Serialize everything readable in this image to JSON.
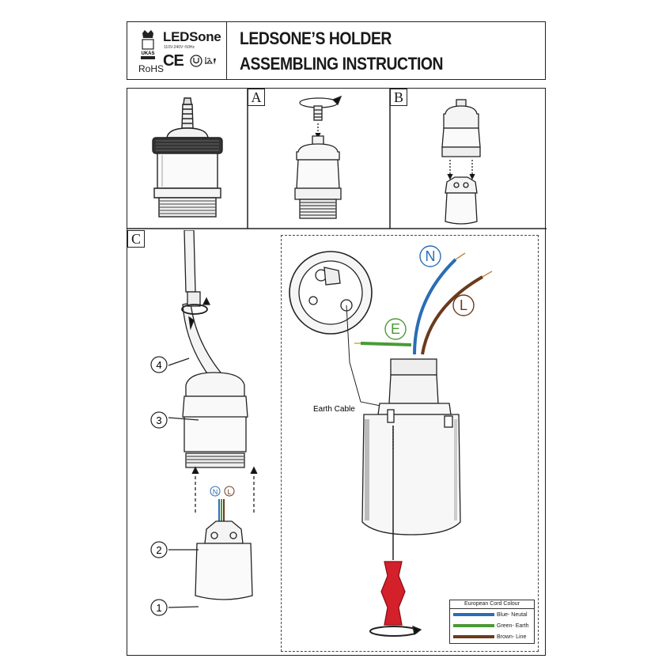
{
  "header": {
    "brand": "LEDSone",
    "voltage": "110V-240V~50Hz",
    "ukas": "UKAS",
    "cert_marks": "CE",
    "rohs": "RoHS",
    "title_line1": "LEDSONE’S HOLDER",
    "title_line2": "ASSEMBLING INSTRUCTION"
  },
  "panels": {
    "a_label": "A",
    "b_label": "B",
    "c_label": "C"
  },
  "steps": [
    "1",
    "2",
    "3",
    "4"
  ],
  "wire_tags": {
    "neutral": "N",
    "line": "L",
    "earth": "E"
  },
  "earth_cable_label": "Earth Cable",
  "legend": {
    "title": "European Cord Colour",
    "items": [
      {
        "label": "Blue- Neutal",
        "color": "#2a6db5"
      },
      {
        "label": "Green- Earth",
        "color": "#4a9a35"
      },
      {
        "label": "Brown- Line",
        "color": "#6b3a1e"
      }
    ]
  },
  "colors": {
    "screwdriver": "#d4202b",
    "arrow": "#111111"
  }
}
